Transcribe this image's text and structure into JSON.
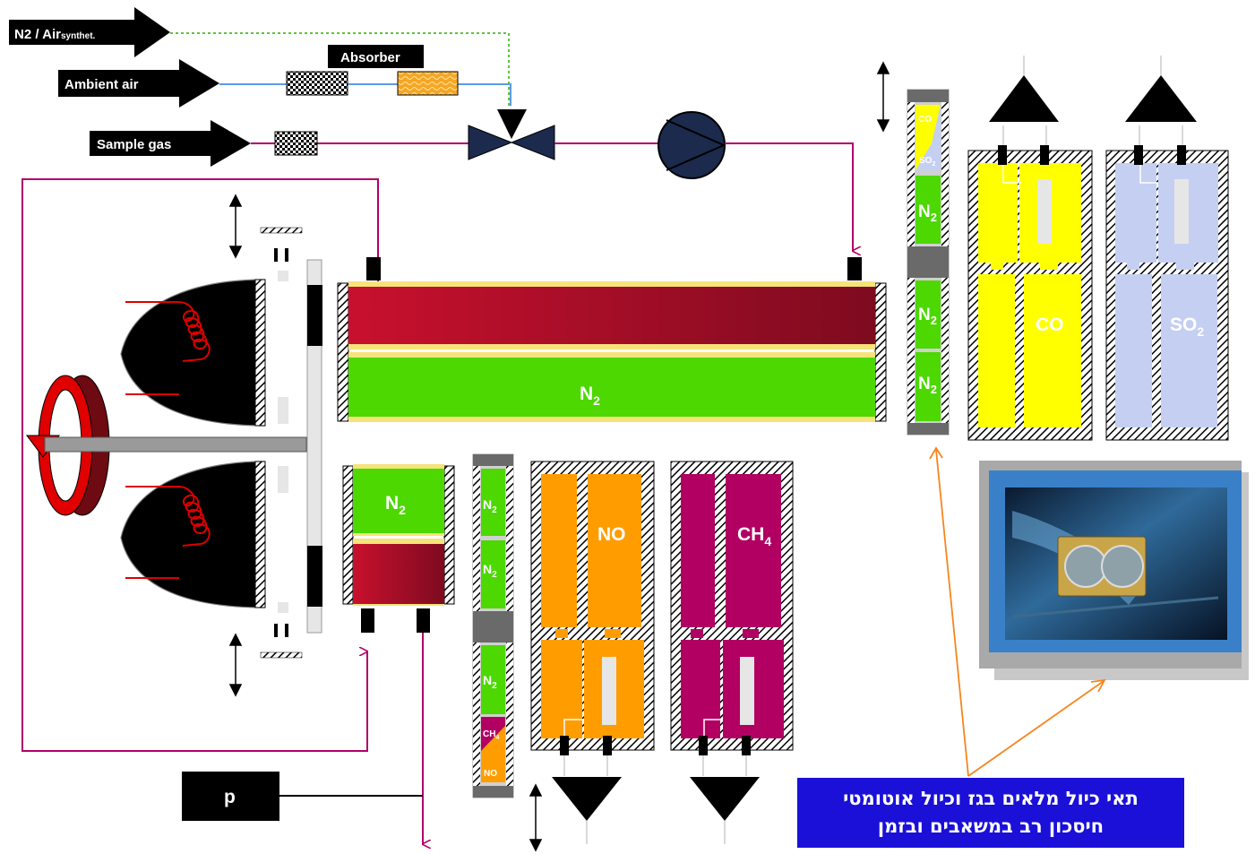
{
  "inputs": {
    "n2_air_label": "N2 / Air",
    "n2_air_sub": "synthet.",
    "ambient_air_label": "Ambient air",
    "sample_gas_label": "Sample gas",
    "absorber_label": "Absorber"
  },
  "cells": {
    "main_bottom": "N",
    "sub_2": "2",
    "n2_label": "N",
    "co_small": "CO",
    "so2_small": "SO",
    "ch4_small": "CH",
    "ch4_sub": "4",
    "no_small": "NO"
  },
  "detectors": {
    "co": "CO",
    "so2_base": "SO",
    "so2_sub": "2",
    "no": "NO",
    "ch4_base": "CH",
    "ch4_sub": "4"
  },
  "pressure_label": "p",
  "hebrew_note": {
    "line1": "תאי כיול מלאים בגז וכיול אוטומטי",
    "line2": "חיסכון רב במשאבים ובזמן"
  },
  "colors": {
    "arrow": "#000000",
    "air_line": "#5b9be6",
    "n2_line": "#5ec43b",
    "sample_line": "#b0006a",
    "n2_fill": "#4cd800",
    "co_fill": "#ffff00",
    "so2_fill": "#c4cff2",
    "no_fill": "#ff9d00",
    "ch4_fill": "#b10062",
    "red_cell": "#b3102e",
    "note_bg": "#1a10d8"
  }
}
